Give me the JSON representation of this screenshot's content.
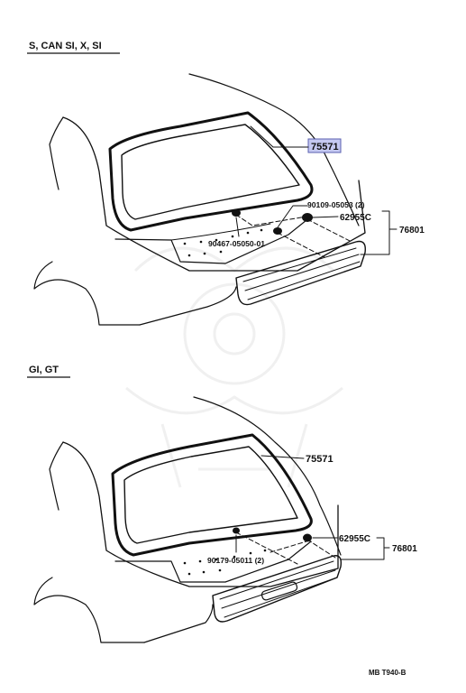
{
  "sections": [
    {
      "heading": "S, CAN SI, X, SI",
      "parts": {
        "glass": "75571",
        "bolt": "90109-05053 (2)",
        "clip": "62955C",
        "grommet": "90467-05050-01",
        "assembly": "76801"
      },
      "highlighted_part": "75571"
    },
    {
      "heading": "GI,  GT",
      "parts": {
        "glass": "75571",
        "clip": "62955C",
        "bolt": "90179-05011 (2)",
        "assembly": "76801"
      }
    }
  ],
  "footer_code": "MB  T940-B",
  "colors": {
    "highlight_fill": "#c5c9f1",
    "highlight_border": "#5a5fb0",
    "line": "#111111"
  }
}
